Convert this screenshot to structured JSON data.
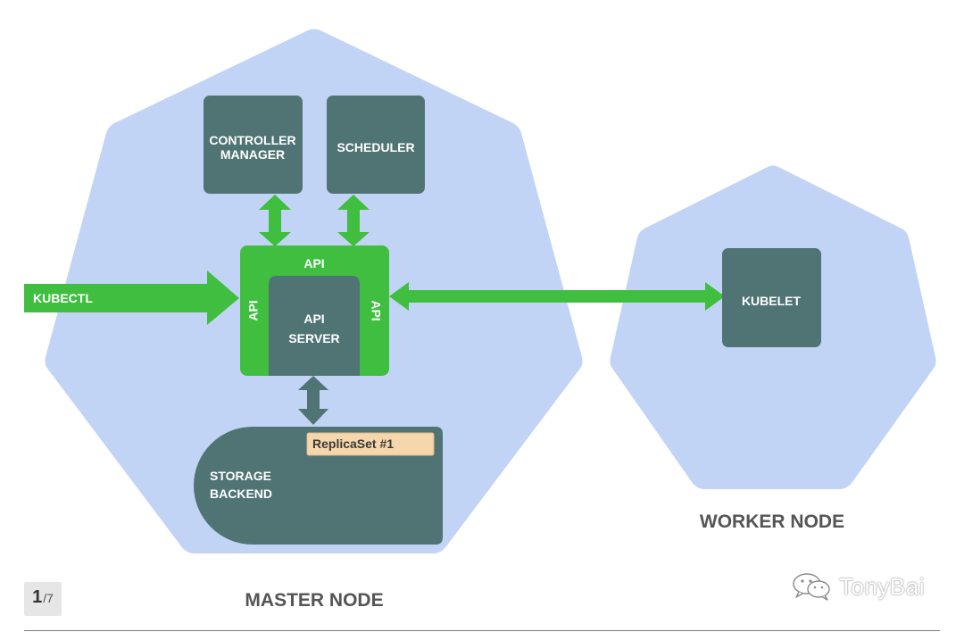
{
  "colors": {
    "node_fill": "#c2d4f5",
    "component_fill": "#507474",
    "api_green": "#3fbe3f",
    "replicaset_fill": "#f6d7ac"
  },
  "master_node": {
    "label": "MASTER NODE",
    "controller_manager": {
      "line1": "CONTROLLER",
      "line2": "MANAGER"
    },
    "scheduler": "SCHEDULER",
    "api_top": "API",
    "api_left": "API",
    "api_right": "API",
    "api_server": {
      "line1": "API",
      "line2": "SERVER"
    },
    "storage_backend": {
      "line1": "STORAGE",
      "line2": "BACKEND"
    },
    "replicaset": "ReplicaSet #1"
  },
  "kubectl": "KUBECTL",
  "worker_node": {
    "label": "WORKER NODE",
    "kubelet": "KUBELET"
  },
  "pager": {
    "current": "1",
    "total": "/7"
  },
  "watermark": {
    "text": "TonyBai",
    "icon": "wechat-icon"
  }
}
